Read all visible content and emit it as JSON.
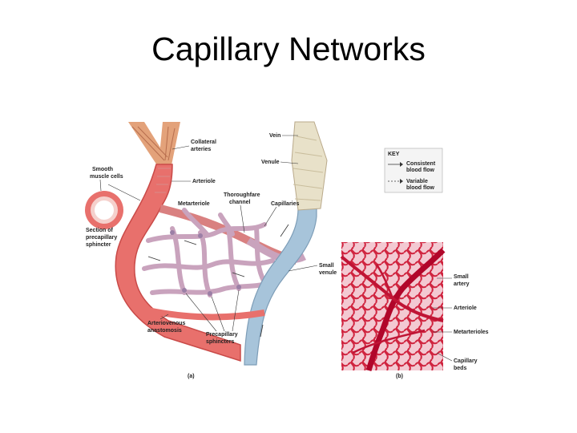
{
  "title": "Capillary Networks",
  "panel_a": {
    "letter": "(a)",
    "labels": {
      "collateral_1": "Collateral",
      "collateral_2": "arteries",
      "arteriole": "Arteriole",
      "smooth_1": "Smooth",
      "smooth_2": "muscle cells",
      "metarteriole": "Metarteriole",
      "thoroughfare_1": "Thoroughfare",
      "thoroughfare_2": "channel",
      "capillaries": "Capillaries",
      "section_1": "Section of",
      "section_2": "precapillary",
      "section_3": "sphincter",
      "vein": "Vein",
      "venule": "Venule",
      "small_venule_1": "Small",
      "small_venule_2": "venule",
      "av_1": "Arteriovenous",
      "av_2": "anastomosis",
      "precap_1": "Precapillary",
      "precap_2": "sphincters"
    }
  },
  "key": {
    "title": "KEY",
    "consistent_1": "Consistent",
    "consistent_2": "blood flow",
    "variable_1": "Variable",
    "variable_2": "blood flow"
  },
  "panel_b": {
    "letter": "(b)",
    "labels": {
      "small_artery_1": "Small",
      "small_artery_2": "artery",
      "arteriole": "Arteriole",
      "metarterioles": "Metarterioles",
      "capillary_1": "Capillary",
      "capillary_2": "beds"
    }
  },
  "colors": {
    "artery": "#e8706c",
    "artery_dark": "#c94a48",
    "vein": "#a7c4da",
    "capillary": "#c9a3bd",
    "vein_wall": "#e8e1c9",
    "micrograph": "#d62a4a"
  }
}
